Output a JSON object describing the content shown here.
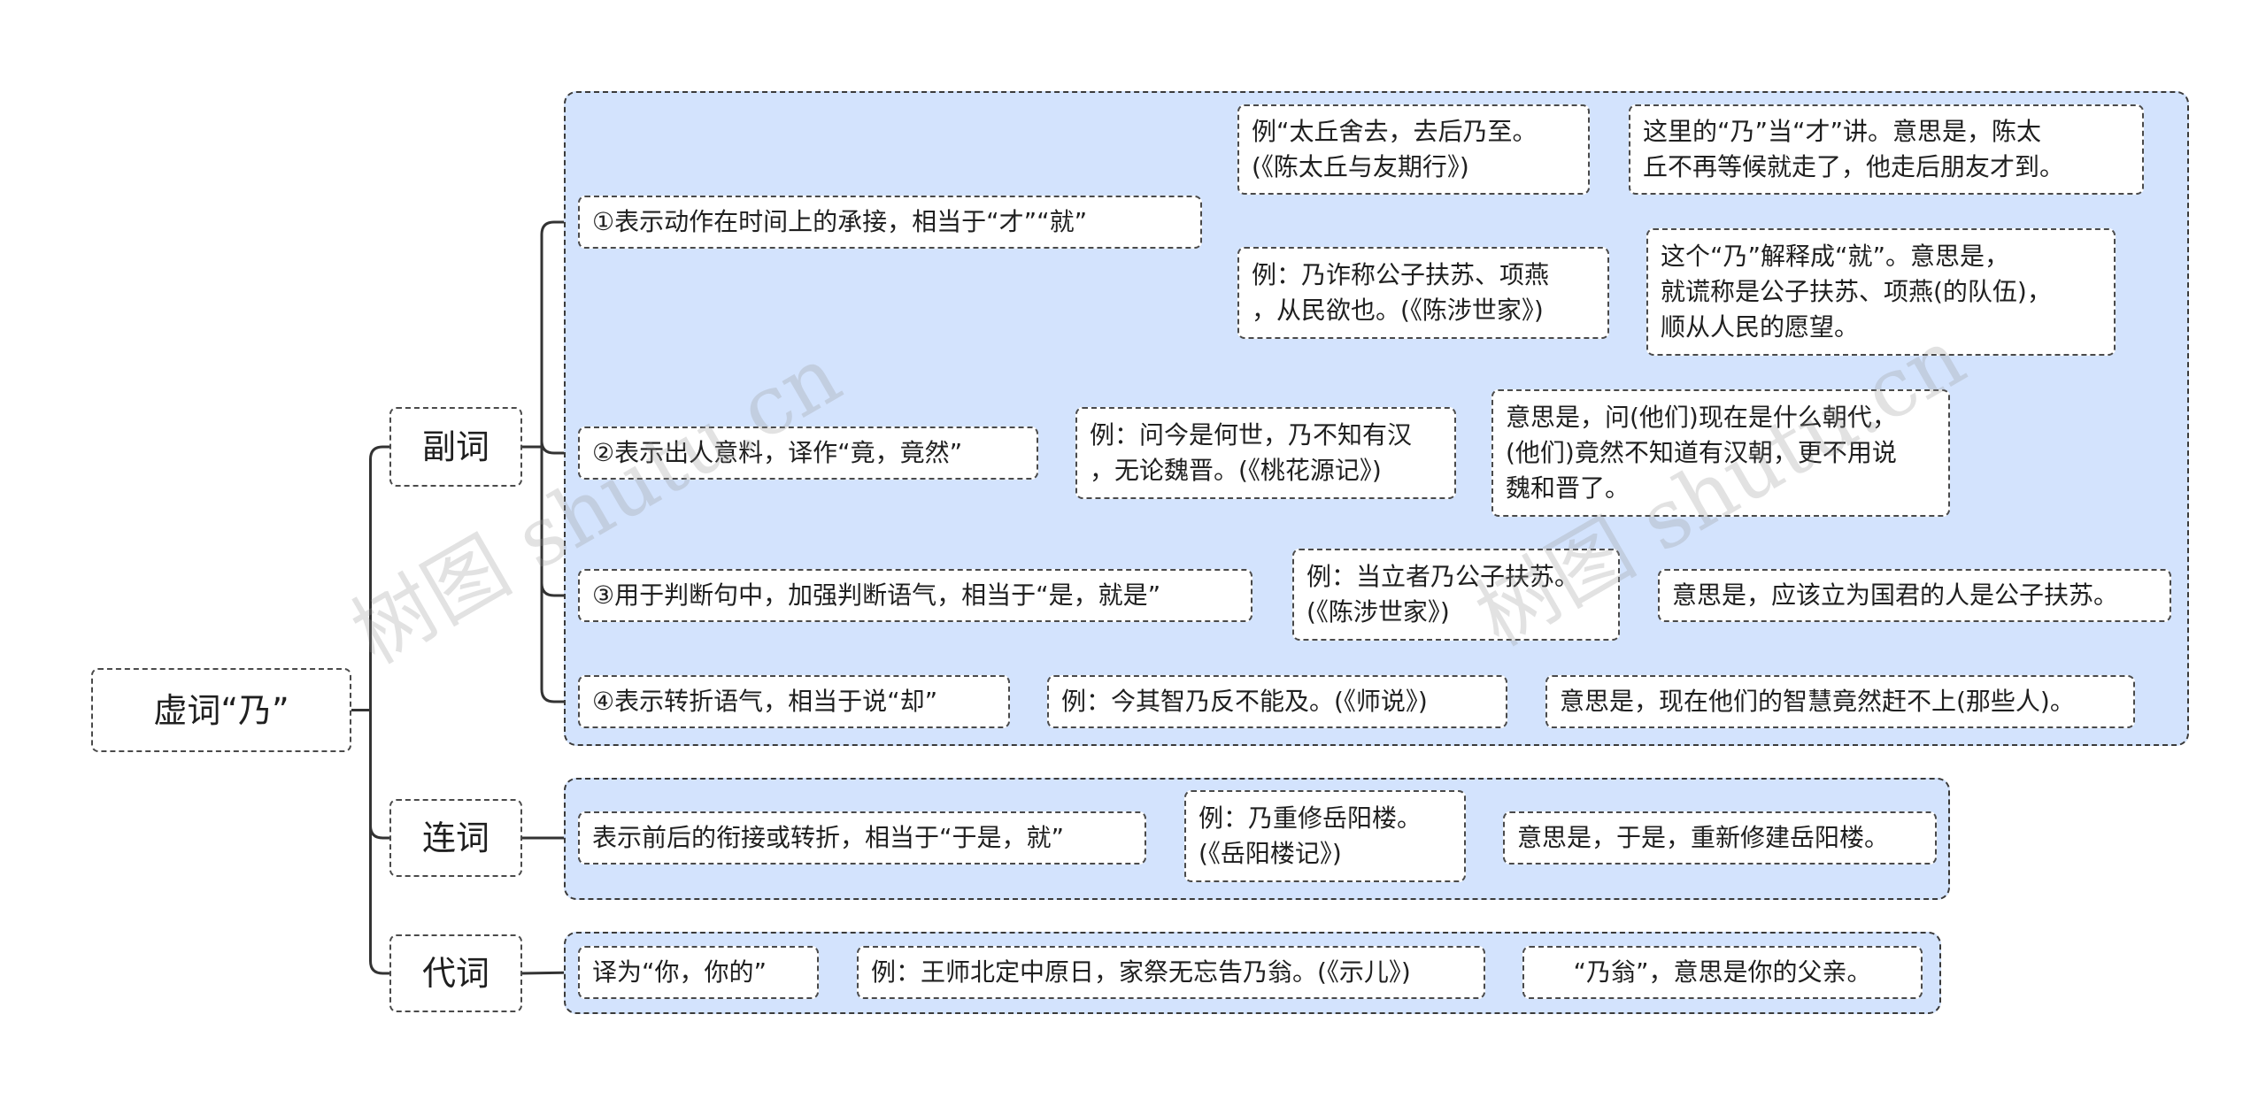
{
  "root": {
    "label": "虚词“乃”"
  },
  "categories": [
    {
      "label": "副词",
      "senses": [
        {
          "label": "①表示动作在时间上的承接，相当于“才”“就”",
          "examples": [
            {
              "example": "例“太丘舍去，去后乃至。\n(《陈太丘与友期行》)",
              "meaning": "这里的“乃”当“才”讲。意思是，陈太\n丘不再等候就走了，他走后朋友才到。"
            },
            {
              "example": "例：乃诈称公子扶苏、项燕\n，从民欲也。(《陈涉世家》)",
              "meaning": "这个“乃”解释成“就”。意思是，\n就谎称是公子扶苏、项燕(的队伍)，\n顺从人民的愿望。"
            }
          ]
        },
        {
          "label": "②表示出人意料，译作“竟，竟然”",
          "examples": [
            {
              "example": "例：问今是何世，乃不知有汉\n，无论魏晋。(《桃花源记》)",
              "meaning": "意思是，问(他们)现在是什么朝代，\n(他们)竟然不知道有汉朝，更不用说\n魏和晋了。"
            }
          ]
        },
        {
          "label": "③用于判断句中，加强判断语气，相当于“是，就是”",
          "examples": [
            {
              "example": "例：当立者乃公子扶苏。\n(《陈涉世家》)",
              "meaning": "意思是，应该立为国君的人是公子扶苏。"
            }
          ]
        },
        {
          "label": "④表示转折语气，相当于说“却”",
          "examples": [
            {
              "example": "例：今其智乃反不能及。(《师说》)",
              "meaning": "意思是，现在他们的智慧竟然赶不上(那些人)。"
            }
          ]
        }
      ]
    },
    {
      "label": "连词",
      "senses": [
        {
          "label": "表示前后的衔接或转折，相当于“于是，就”",
          "examples": [
            {
              "example": "例：乃重修岳阳楼。\n(《岳阳楼记》)",
              "meaning": "意思是，于是，重新修建岳阳楼。"
            }
          ]
        }
      ]
    },
    {
      "label": "代词",
      "senses": [
        {
          "label": "译为“你，你的”",
          "examples": [
            {
              "example": "例：王师北定中原日，家祭无忘告乃翁。(《示儿》)",
              "meaning": "“乃翁”，意思是你的父亲。"
            }
          ]
        }
      ]
    }
  ],
  "watermarks": [
    "树图 shutu.cn",
    "树图 shutu.cn"
  ],
  "colors": {
    "group_fill": "#d3e3fd",
    "line": "#333333",
    "node_border": "#4a4a4a"
  }
}
